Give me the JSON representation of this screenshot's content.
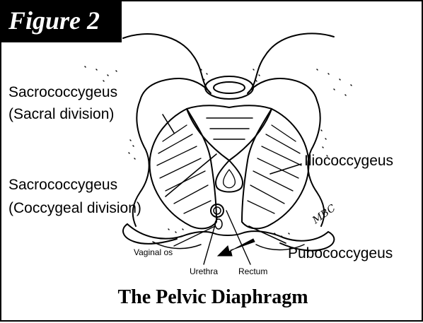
{
  "figure": {
    "tab_label": "Figure 2",
    "caption": "The Pelvic Diaphragm",
    "signature": "MBC"
  },
  "labels": {
    "sacrococcygeus_sacral": {
      "line1": "Sacrococcygeus",
      "line2": "(Sacral division)"
    },
    "sacrococcygeus_coccygeal": {
      "line1": "Sacrococcygeus",
      "line2": "(Coccygeal division)"
    },
    "iliococcygeus": "Iliococcygeus",
    "pubococcygeus": "Pubococcygeus",
    "vaginal_os": "Vaginal os",
    "urethra": "Urethra",
    "rectum": "Rectum"
  }
}
